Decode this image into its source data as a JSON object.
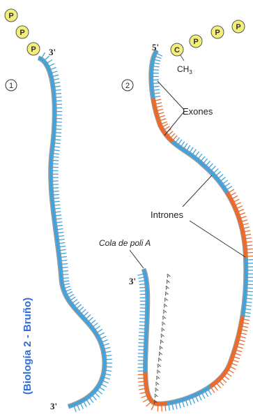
{
  "diagram": {
    "phosphates": {
      "group1": [
        "P",
        "P",
        "P"
      ],
      "group2": [
        "P",
        "P",
        "P"
      ]
    },
    "step_numbers": [
      "1",
      "2"
    ],
    "ends": {
      "five_prime": "5'",
      "three_prime": "3'",
      "three_prime_alt": "3'"
    },
    "cap": {
      "base": "C",
      "methyl": "CH",
      "methyl_sub": "3"
    },
    "labels": {
      "exons": "Exones",
      "introns": "Intrones",
      "poly_a": "Cola de poli A"
    },
    "poly_a_letter": "A",
    "credit": "(Biología 2 - Bruño)",
    "colors": {
      "strand": "#3ea4e0",
      "intron": "#ef6a28",
      "phosphate_fill": "#f4ee7a",
      "credit": "#2f6fd6"
    }
  }
}
